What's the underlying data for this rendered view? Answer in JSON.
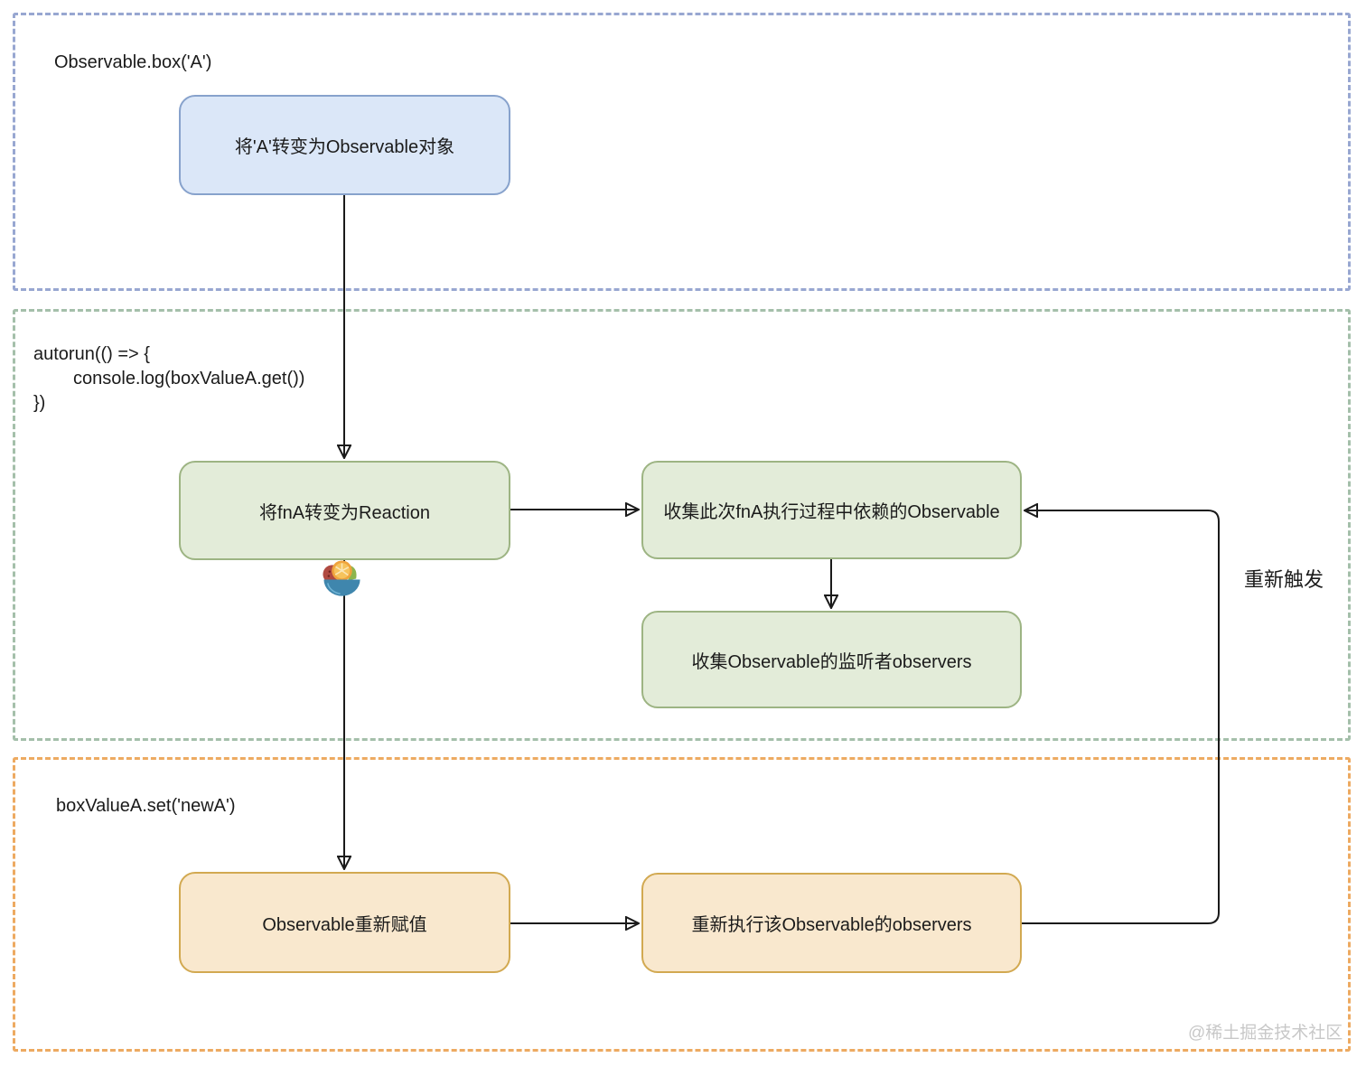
{
  "canvas": {
    "background": "#ffffff"
  },
  "colors": {
    "arrow": "#1a1a1a",
    "section_blue_border": "#98a7d1",
    "section_green_border": "#a4bfaa",
    "section_orange_border": "#edaa61",
    "node_blue_fill": "#dbe7f8",
    "node_blue_stroke": "#87a2cc",
    "node_green_fill": "#e3ecd9",
    "node_green_stroke": "#9db483",
    "node_orange_fill": "#f9e8ce",
    "node_orange_stroke": "#d2a951",
    "watermark_text": "#c8c8c8"
  },
  "sections": {
    "observable_box": {
      "label": "Observable.box('A')"
    },
    "autorun": {
      "code_lines": [
        "autorun(() => {",
        "console.log(boxValueA.get())",
        "})"
      ]
    },
    "set": {
      "label": "boxValueA.set('newA')"
    }
  },
  "nodes": {
    "make_observable": "将'A'转变为Observable对象",
    "fna_reaction": "将fnA转变为Reaction",
    "collect_deps": "收集此次fnA执行过程中依赖的Observable",
    "collect_observers": "收集Observable的监听者observers",
    "reassign": "Observable重新赋值",
    "rerun_observers": "重新执行该Observable的observers"
  },
  "labels": {
    "retrigger": "重新触发",
    "watermark": "@稀土掘金技术社区"
  },
  "icons": {
    "fruit_bowl": "fruit-bowl-icon"
  }
}
